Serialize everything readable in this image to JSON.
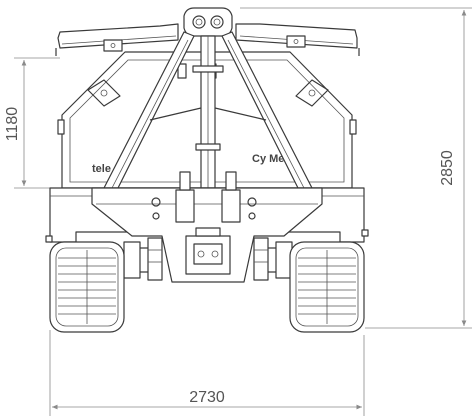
{
  "drawing": {
    "dimensions": {
      "width": "2730",
      "height": "2850",
      "frame_height": "1180"
    },
    "decals": {
      "left": "tele C",
      "right": "Cy Met"
    }
  }
}
